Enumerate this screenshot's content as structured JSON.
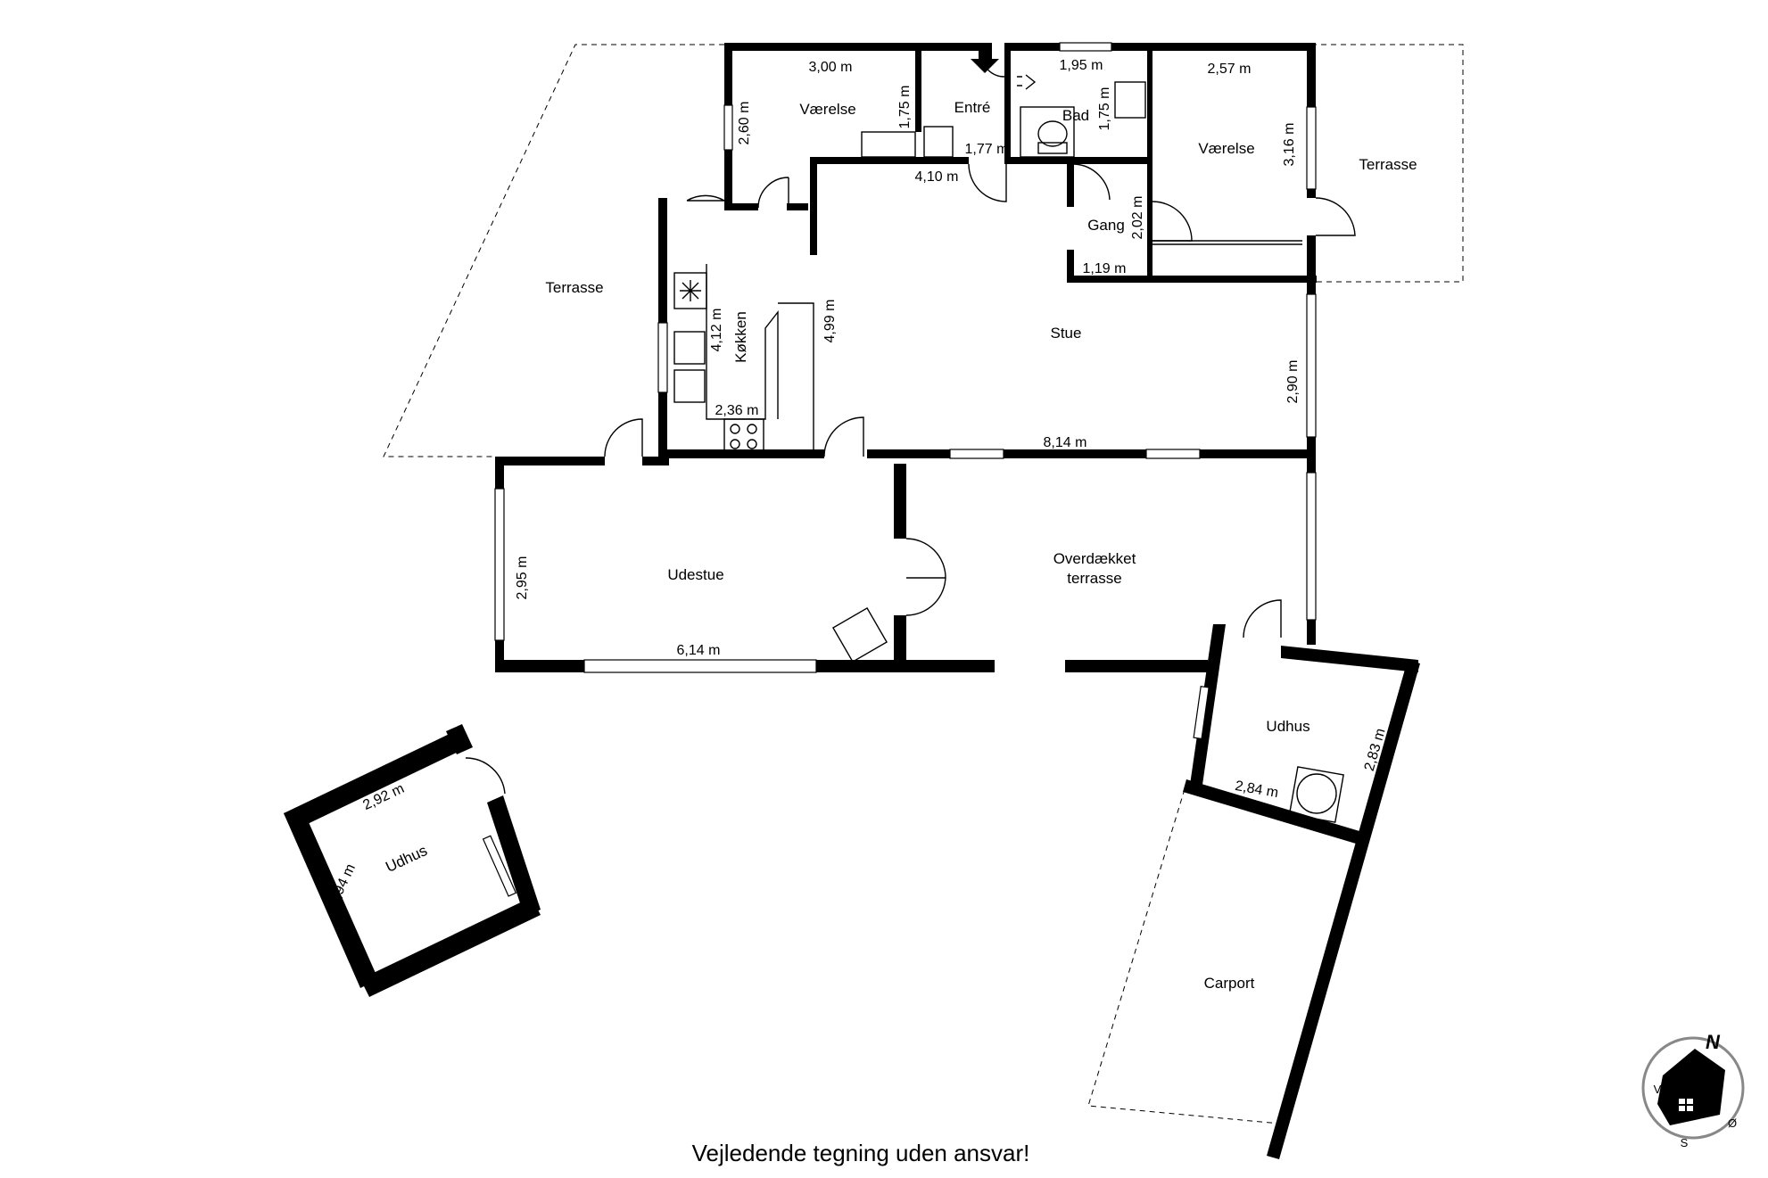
{
  "rooms": {
    "vaerelse_nw": "Værelse",
    "entre": "Entré",
    "bad": "Bad",
    "vaerelse_ne": "Værelse",
    "terrasse_e": "Terrasse",
    "terrasse_w": "Terrasse",
    "gang": "Gang",
    "kokken": "Køkken",
    "stue": "Stue",
    "udestue": "Udestue",
    "overdaekket_1": "Overdækket",
    "overdaekket_2": "terrasse",
    "udhus_e": "Udhus",
    "udhus_w": "Udhus",
    "carport": "Carport"
  },
  "dimensions": {
    "vaerelse_nw_width": "3,00 m",
    "vaerelse_nw_depth": "2,60 m",
    "vaerelse_nw_wall": "1,75 m",
    "bad_width": "1,95 m",
    "bad_depth": "1,75 m",
    "entre_width": "1,77 m",
    "hall_width": "4,10 m",
    "vaerelse_ne_width": "2,57 m",
    "vaerelse_ne_depth": "3,16 m",
    "gang_depth": "2,02 m",
    "gang_width": "1,19 m",
    "kokken_depth": "4,12 m",
    "kokken_width": "2,36 m",
    "stue_depth": "4,99 m",
    "stue_wall": "2,90 m",
    "stue_width": "8,14 m",
    "udestue_depth": "2,95 m",
    "udestue_width": "6,14 m",
    "udhus_e_width": "2,84 m",
    "udhus_e_depth": "2,83 m",
    "udhus_w_width": "2,92 m",
    "udhus_w_depth": "2,94 m"
  },
  "compass": {
    "north": "N",
    "west": "V",
    "east": "Ø",
    "south": "S"
  },
  "footer": {
    "disclaimer": "Vejledende tegning uden ansvar!"
  },
  "colors": {
    "wall": "#000000",
    "background": "#ffffff"
  }
}
